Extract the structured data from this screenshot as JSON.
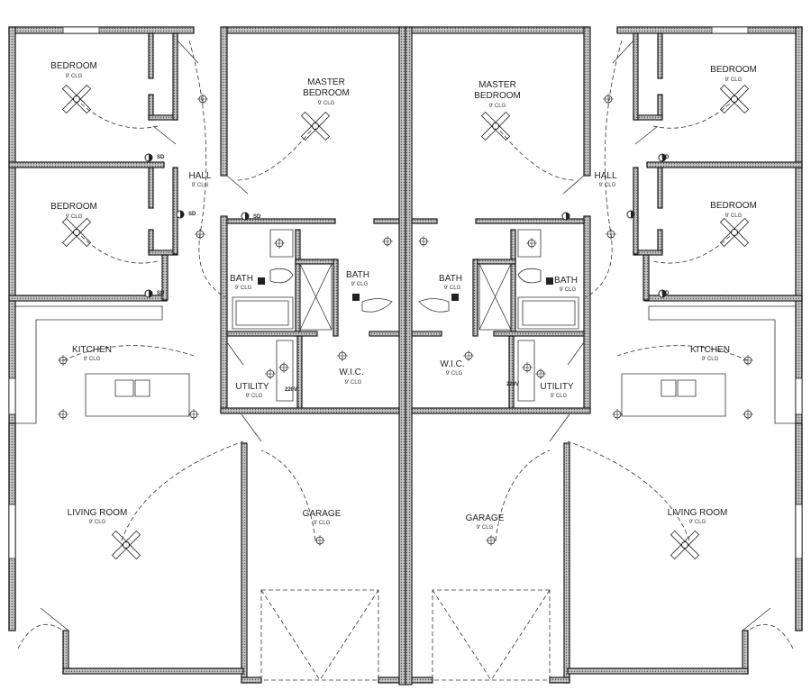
{
  "plan": {
    "ceiling": "9' CLG",
    "smoke_detector": "SD",
    "outlet_220": "220V",
    "rooms": {
      "bedroom": "BEDROOM",
      "master_1": "MASTER",
      "master_2": "BEDROOM",
      "hall": "HALL",
      "bath": "BATH",
      "kitchen": "KITCHEN",
      "utility": "UTILITY",
      "wic": "W.I.C.",
      "living": "LIVING ROOM",
      "garage": "GARAGE"
    }
  },
  "colors": {
    "wall_fill": "#b8b8b8",
    "wall_line": "#1a1a1a"
  }
}
